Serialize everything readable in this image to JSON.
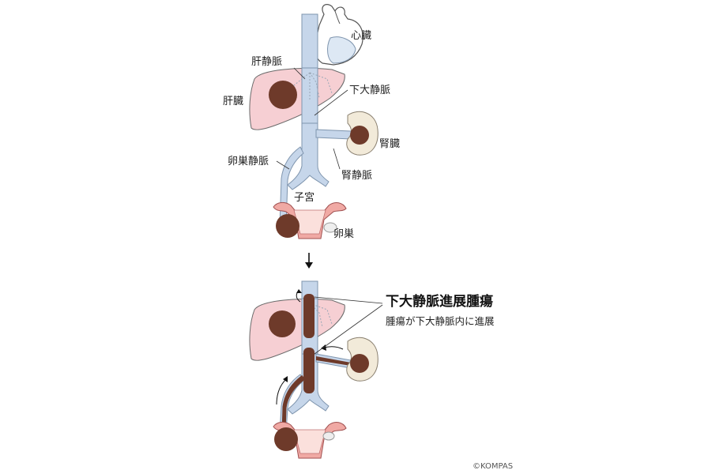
{
  "labels": {
    "heart": "心臓",
    "hepatic_vein": "肝静脈",
    "liver": "肝臓",
    "ivc": "下大静脈",
    "kidney": "腎臓",
    "ovarian_vein": "卵巣静脈",
    "renal_vein": "腎静脈",
    "uterus": "子宮",
    "ovary": "卵巣"
  },
  "lower": {
    "title": "下大静脈進展腫瘍",
    "subtitle": "腫瘍が下大静脈内に進展"
  },
  "credit": "©KOMPAS",
  "colors": {
    "vein": "#c6d6ea",
    "vein_outline": "#7f95ae",
    "liver": "#f6cfd3",
    "liver_outline": "#6a6a6a",
    "tumor": "#6e3a2a",
    "kidney": "#f2ead9",
    "uterus": "#f0a9a4",
    "heart": "#dde8f4"
  }
}
